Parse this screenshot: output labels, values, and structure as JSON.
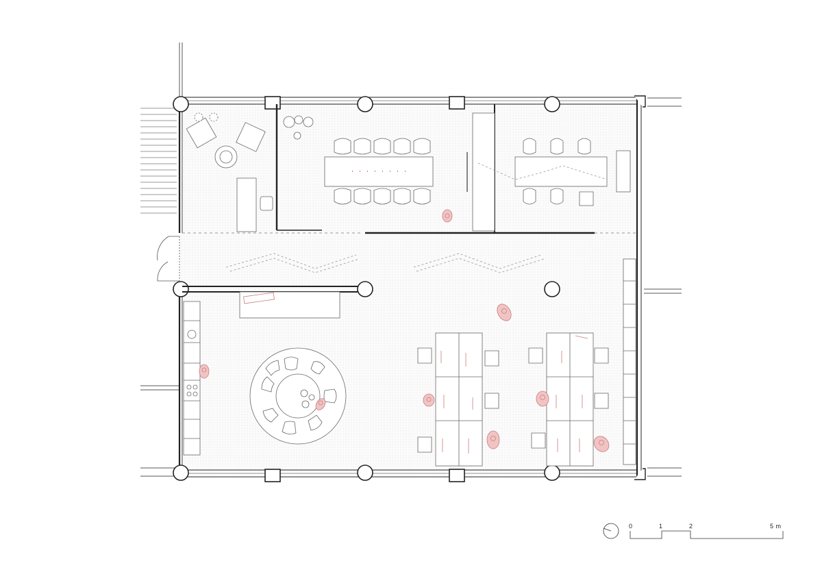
{
  "scale_bar": {
    "labels": [
      "0",
      "1",
      "2",
      "5 m"
    ],
    "values_m": [
      0,
      1,
      2,
      5
    ]
  },
  "colors": {
    "wall": "#222222",
    "thin_line": "#555555",
    "furniture": "#666666",
    "floor_hatch": "#ececec",
    "people": "#e6a5a5",
    "people_stroke": "#c97d7d",
    "background": "#ffffff"
  },
  "icons": {
    "north_arrow": "north-arrow-icon",
    "person": "person-icon"
  }
}
